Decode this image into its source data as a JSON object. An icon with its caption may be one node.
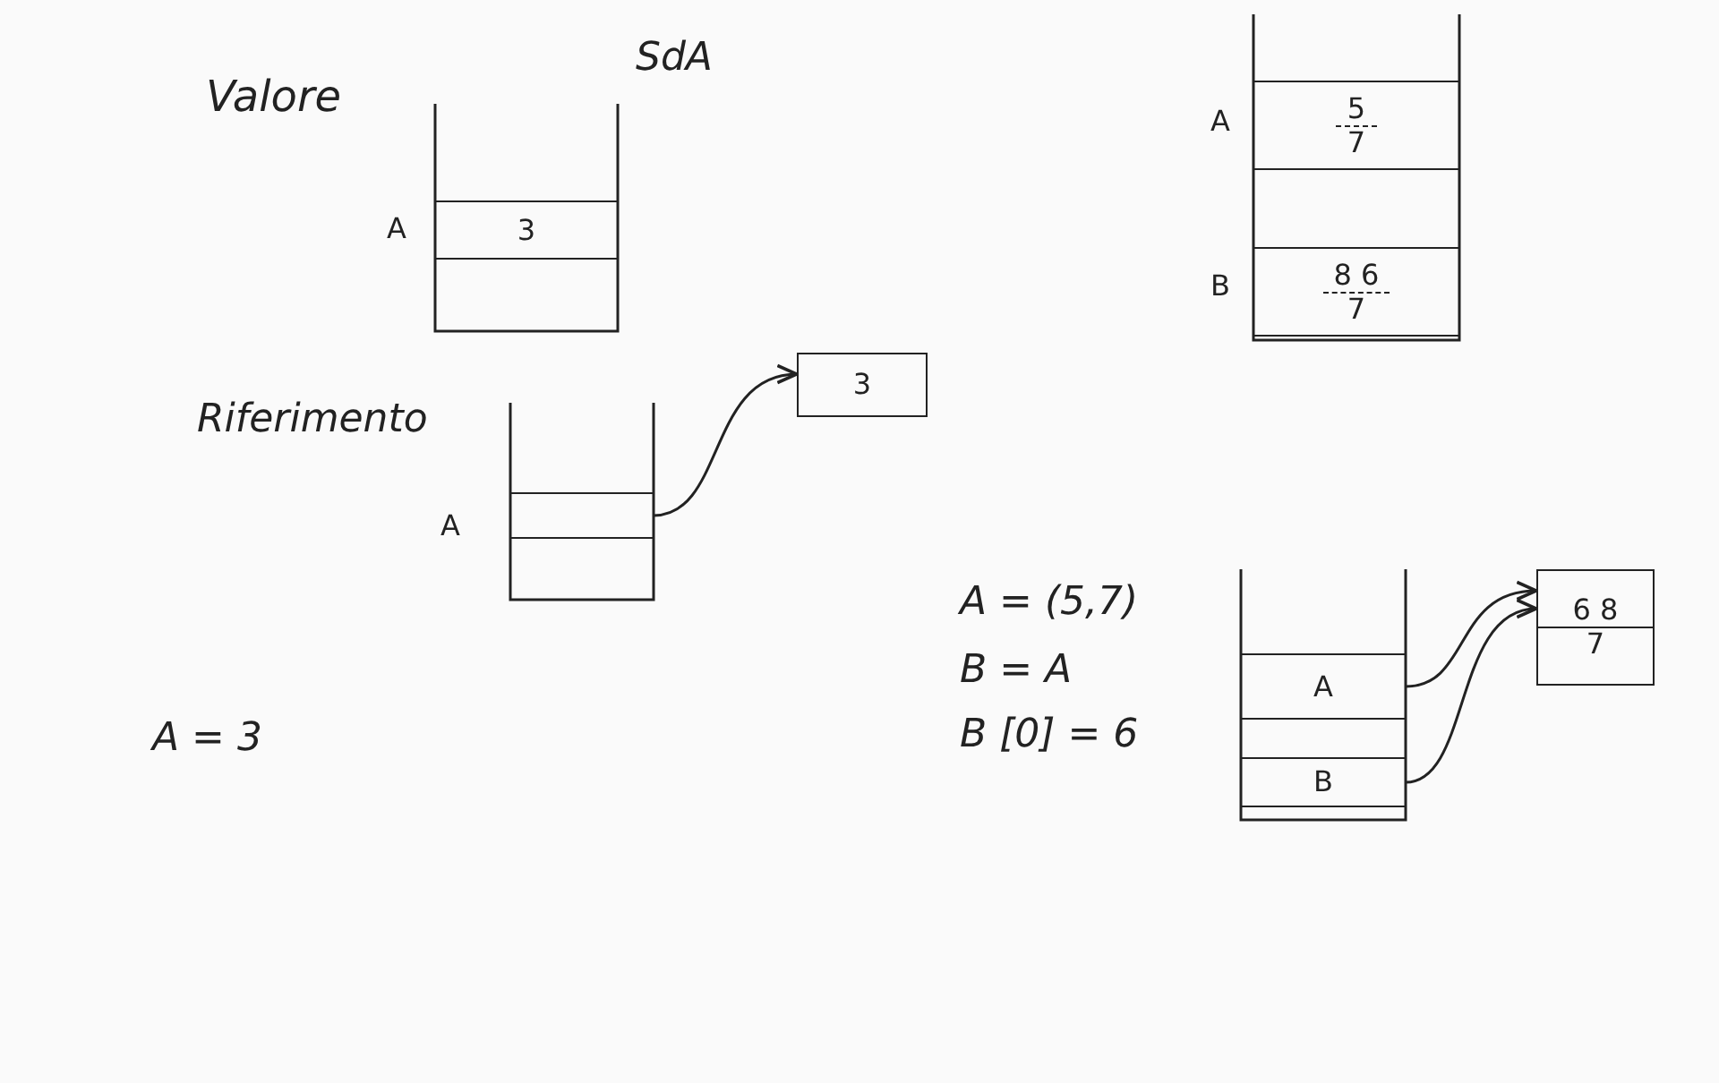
{
  "diagram": {
    "nodes": [
      {
        "text": [
          "3"
        ],
        "beside": [
          "A"
        ]
      },
      {
        "text": [],
        "shape": "box",
        "beside": [
          "A"
        ]
      },
      {
        "text": [
          "3"
        ]
      },
      {
        "text": [
          "5",
          "7"
        ],
        "beside": [
          "A"
        ]
      },
      {
        "text": [
          "8 6",
          "7"
        ],
        "beside": [
          "B"
        ]
      },
      {
        "text": [
          "A"
        ]
      },
      {
        "text": [
          "B"
        ]
      },
      {
        "text": [
          "6 8",
          "7"
        ]
      }
    ],
    "edges": [
      {
        "from": 1,
        "to": 2,
        "arrow": "to"
      },
      {
        "from": 5,
        "to": 7,
        "arrow": "to"
      },
      {
        "from": 6,
        "to": 7,
        "arrow": "to"
      }
    ],
    "labels": [
      "Valore",
      "SdA",
      "Riferimento",
      "A = (5,7)",
      "B = A",
      "B [0] = 6",
      "A = 3"
    ]
  }
}
